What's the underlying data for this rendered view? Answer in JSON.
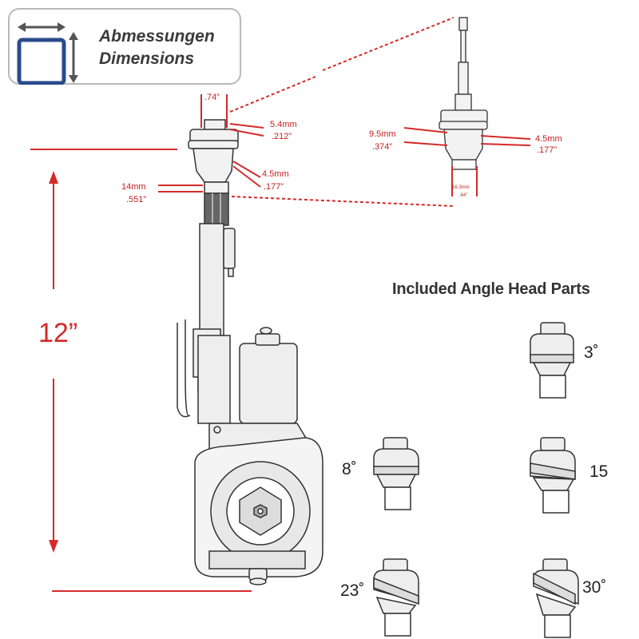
{
  "badge": {
    "title_de": "Abmessungen",
    "title_en": "Dimensions",
    "icon": "dimensions-icon",
    "icon_color": "#2a4a8c"
  },
  "height_label": "12”",
  "heading": "Included Angle Head Parts",
  "angle_heads": [
    {
      "label": "3˚"
    },
    {
      "label": "8˚"
    },
    {
      "label": "15"
    },
    {
      "label": "23˚"
    },
    {
      "label": "30˚"
    }
  ],
  "dimensions": {
    "top_width": ".74”",
    "nut_mm": "5.4mm",
    "nut_in": ".212”",
    "collar_mm": "4.5mm",
    "collar_in": ".177”",
    "base_mm": "14mm",
    "base_in": ".551”",
    "detail_left_mm": "9.5mm",
    "detail_left_in": ".374”",
    "detail_right_mm": "4.5mm",
    "detail_right_in": ".177”",
    "detail_bottom_mm": "16.3mm",
    "detail_bottom_in": ".64”"
  },
  "colors": {
    "dimension": "#d42a2a",
    "outline": "#333333",
    "part_fill": "#eeeeee"
  }
}
